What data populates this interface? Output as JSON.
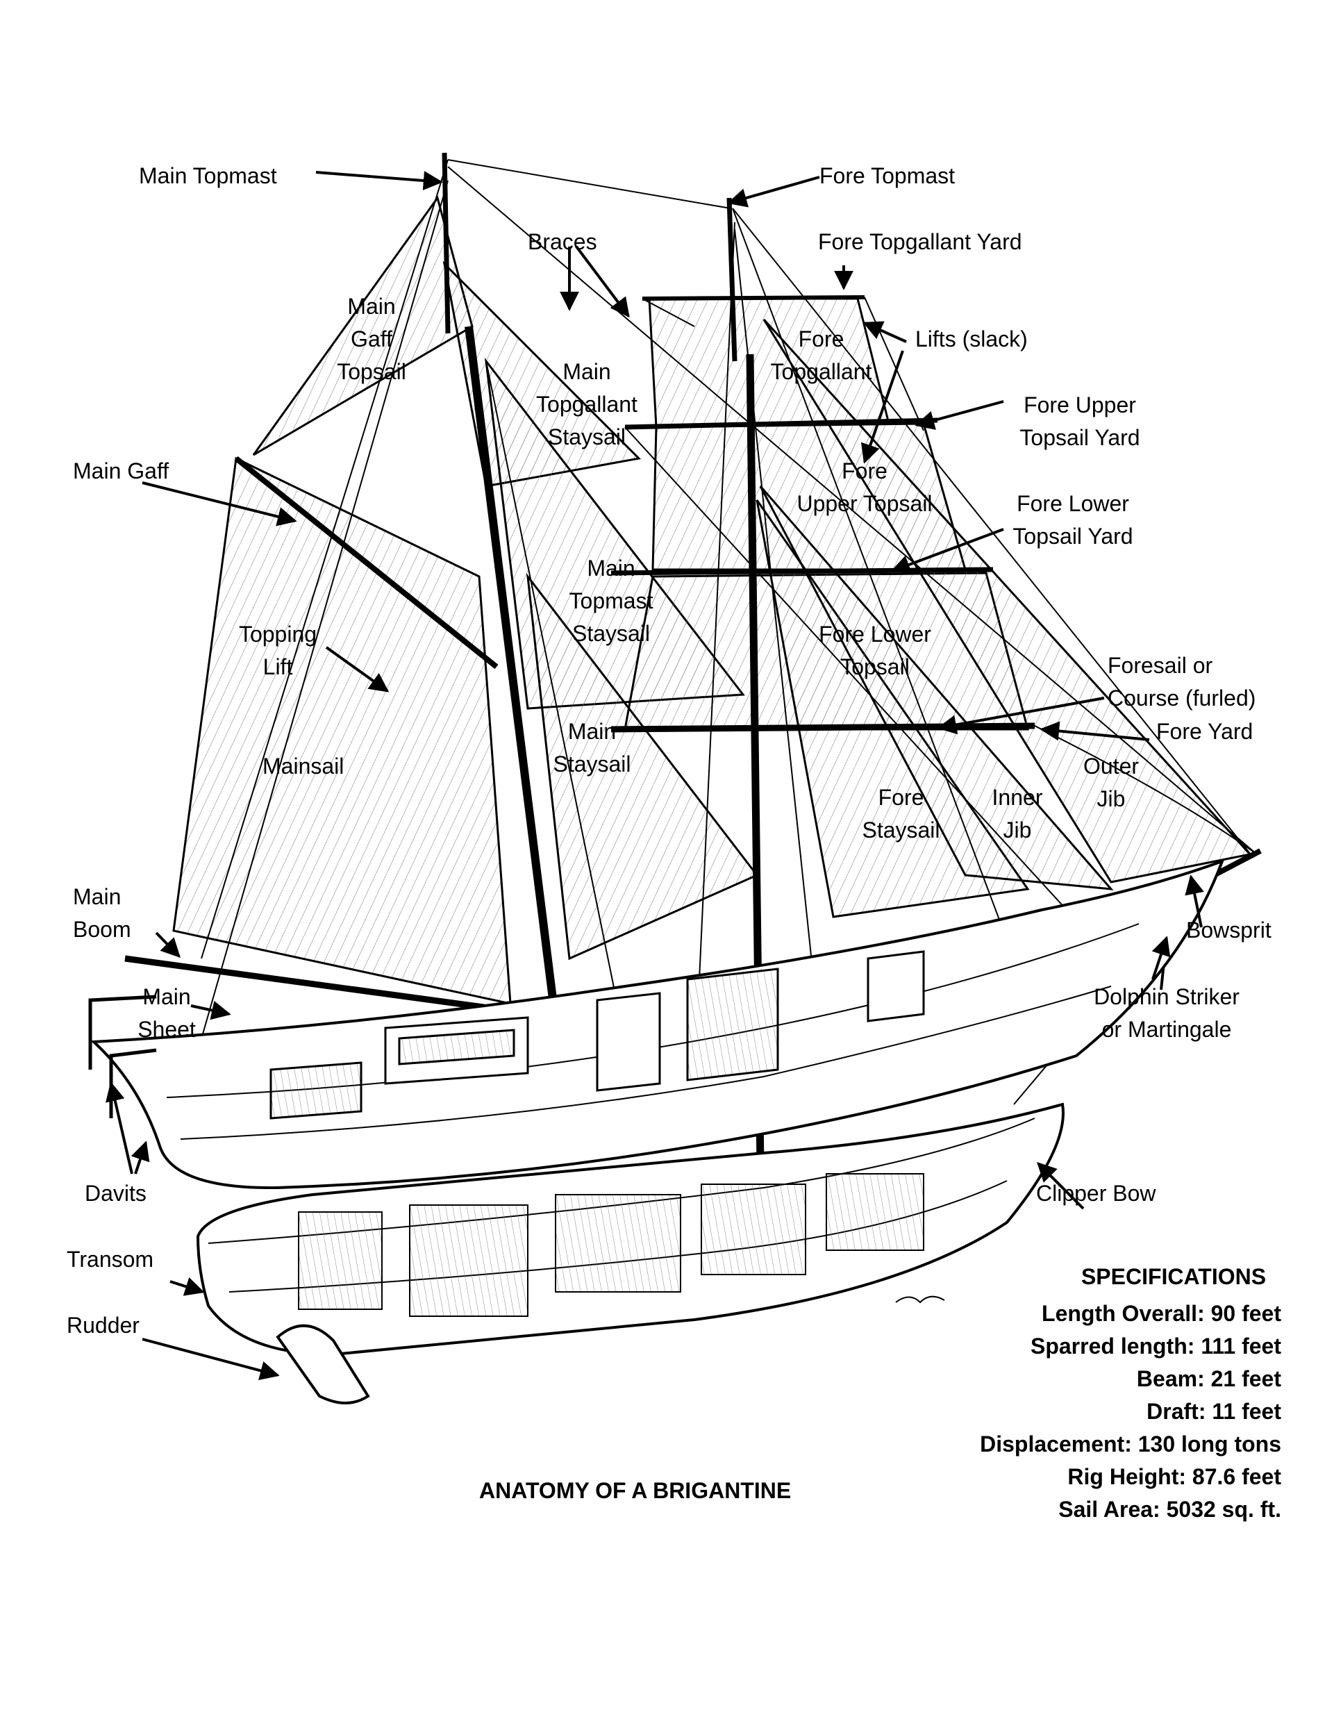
{
  "labels": {
    "main_topmast": "Main Topmast",
    "fore_topmast": "Fore Topmast",
    "braces": "Braces",
    "fore_topgallant_yard": "Fore Topgallant Yard",
    "main_gaff_topsail": [
      "Main",
      "Gaff",
      "Topsail"
    ],
    "lifts_slack": "Lifts (slack)",
    "fore_topgallant": [
      "Fore",
      "Topgallant"
    ],
    "main_topgallant_staysail": [
      "Main",
      "Topgallant",
      "Staysail"
    ],
    "fore_upper_topsail_yard": [
      "Fore Upper",
      "Topsail Yard"
    ],
    "main_gaff": "Main Gaff",
    "fore_upper_topsail": [
      "Fore",
      "Upper Topsail"
    ],
    "fore_lower_topsail_yard": [
      "Fore Lower",
      "Topsail Yard"
    ],
    "main_topmast_staysail": [
      "Main",
      "Topmast",
      "Staysail"
    ],
    "topping_lift": [
      "Topping",
      "Lift"
    ],
    "fore_lower_topsail": [
      "Fore Lower",
      "Topsail"
    ],
    "foresail": [
      "Foresail or",
      "Course (furled)"
    ],
    "fore_yard": "Fore Yard",
    "main_staysail": [
      "Main",
      "Staysail"
    ],
    "mainsail": "Mainsail",
    "outer_jib": [
      "Outer",
      "Jib"
    ],
    "fore_staysail": [
      "Fore",
      "Staysail"
    ],
    "inner_jib": [
      "Inner",
      "Jib"
    ],
    "main_boom": [
      "Main",
      "Boom"
    ],
    "bowsprit": "Bowsprit",
    "main_sheet": [
      "Main",
      "Sheet"
    ],
    "dolphin_striker": [
      "Dolphin Striker",
      "or Martingale"
    ],
    "davits": "Davits",
    "clipper_bow": "Clipper Bow",
    "transom": "Transom",
    "rudder": "Rudder"
  },
  "specifications": {
    "title": "SPECIFICATIONS",
    "items": [
      "Length Overall: 90 feet",
      "Sparred length: 111 feet",
      "Beam: 21 feet",
      "Draft: 11 feet",
      "Displacement: 130 long tons",
      "Rig Height: 87.6 feet",
      "Sail Area: 5032 sq. ft."
    ]
  },
  "caption": "ANATOMY OF A BRIGANTINE"
}
